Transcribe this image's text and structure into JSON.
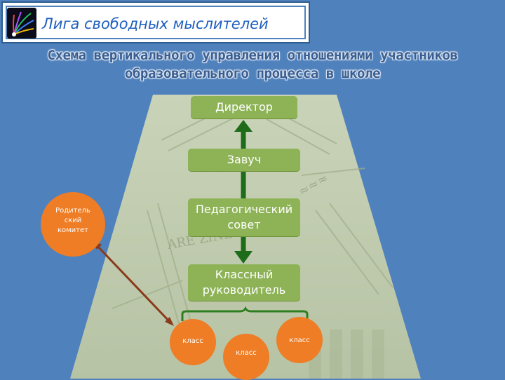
{
  "header": {
    "title": "Лига свободных мыслителей",
    "logo_icon": "peacock-logo-icon"
  },
  "subtitle": {
    "line1": "Схема вертикального управления отношениями участников",
    "line2": "образовательного процесса в школе"
  },
  "colors": {
    "background": "#4f81bd",
    "box_fill": "#8db356",
    "arrow_green": "#1e6b1a",
    "circle_fill": "#ee7d26",
    "brown_arrow": "#8b3a1a",
    "title_blue": "#1f5fbf"
  },
  "hierarchy": {
    "director": "Директор",
    "zavuch": "Завуч",
    "pedsovet_line1": "Педагогический",
    "pedsovet_line2": "совет",
    "klruk_line1": "Классный",
    "klruk_line2": "руководитель"
  },
  "parent_committee": {
    "line1": "Родитель",
    "line2": "ский",
    "line3": "комитет"
  },
  "classes": [
    "класс",
    "класс",
    "класс"
  ]
}
